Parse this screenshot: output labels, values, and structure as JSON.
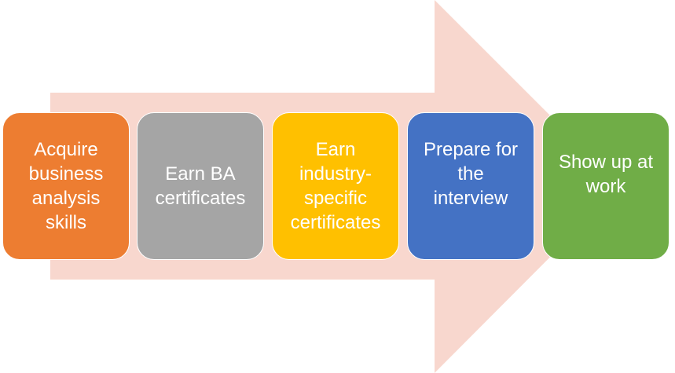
{
  "arrow": {
    "color": "#f8d7ce"
  },
  "steps": [
    {
      "text": "Acquire\nbusiness\nanalysis\nskills",
      "color": "#ed7d31"
    },
    {
      "text": "Earn BA\ncertificates",
      "color": "#a5a5a5"
    },
    {
      "text": "Earn\nindustry-\nspecific\ncertificates",
      "color": "#ffc000"
    },
    {
      "text": "Prepare for\nthe\ninterview",
      "color": "#4472c4"
    },
    {
      "text": "Show up at\nwork",
      "color": "#70ad47"
    }
  ]
}
